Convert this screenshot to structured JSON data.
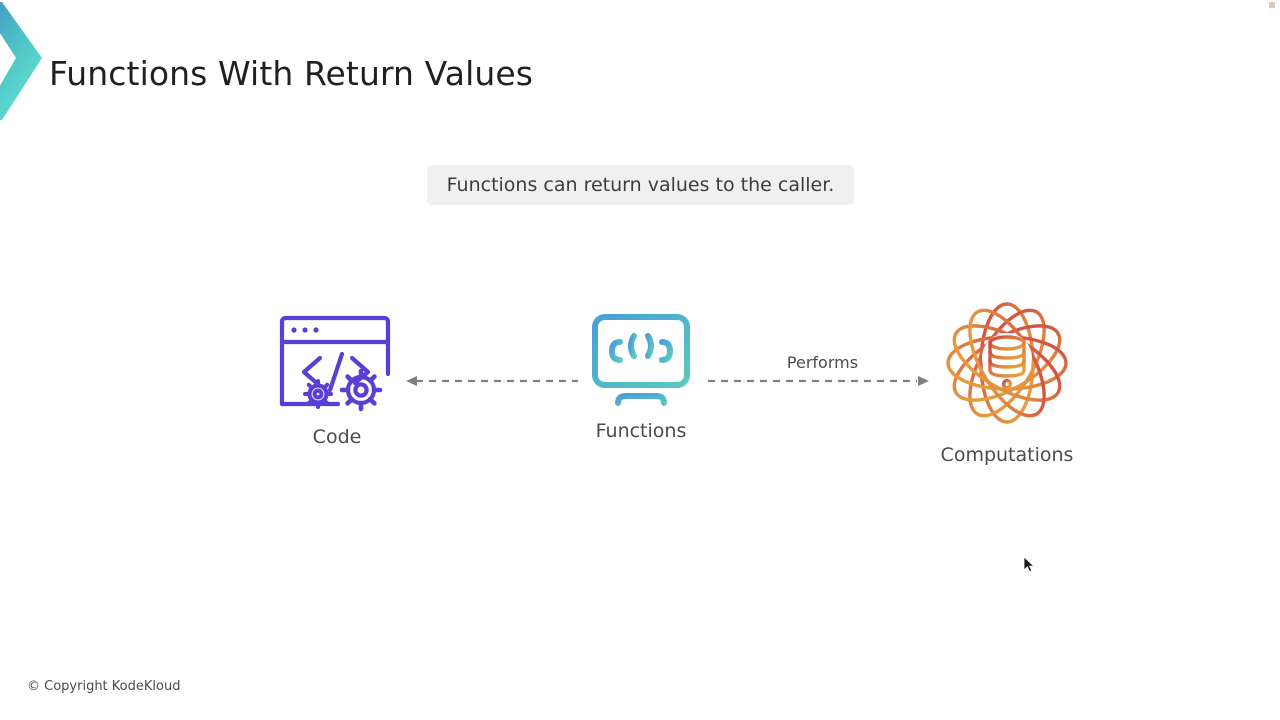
{
  "slide": {
    "title": "Functions With Return Values",
    "callout": "Functions can return values to the caller."
  },
  "diagram": {
    "nodes": [
      {
        "id": "code",
        "label": "Code",
        "icon": "code-window-gears-icon",
        "color": "#5b3fd4"
      },
      {
        "id": "functions",
        "label": "Functions",
        "icon": "monitor-braces-icon",
        "color": "#4a9fd8"
      },
      {
        "id": "computations",
        "label": "Computations",
        "icon": "atom-database-icon",
        "color": "#d4504a"
      }
    ],
    "edges": [
      {
        "id": "returns",
        "from": "functions",
        "to": "code",
        "label": "",
        "direction": "left",
        "style": "dashed"
      },
      {
        "id": "performs",
        "from": "functions",
        "to": "computations",
        "label": "Performs",
        "direction": "right",
        "style": "dashed"
      }
    ]
  },
  "footer": {
    "copyright": "© Copyright KodeKloud"
  },
  "theme": {
    "background": "#ffffff",
    "title_color": "#231f20",
    "callout_background": "#f0f0f0",
    "callout_text_color": "#3d3d3d",
    "label_color": "#4b4b4b",
    "connector_color": "#808080",
    "chevron_gradient_start": "#3f8fc4",
    "chevron_gradient_end": "#63e0d0",
    "code_icon_color": "#5b3fd4",
    "monitor_icon_gradient_start": "#4a9fd8",
    "monitor_icon_gradient_end": "#5bc9bd",
    "atom_icon_gradient_start": "#d4504a",
    "atom_icon_gradient_end": "#e8a33d"
  }
}
